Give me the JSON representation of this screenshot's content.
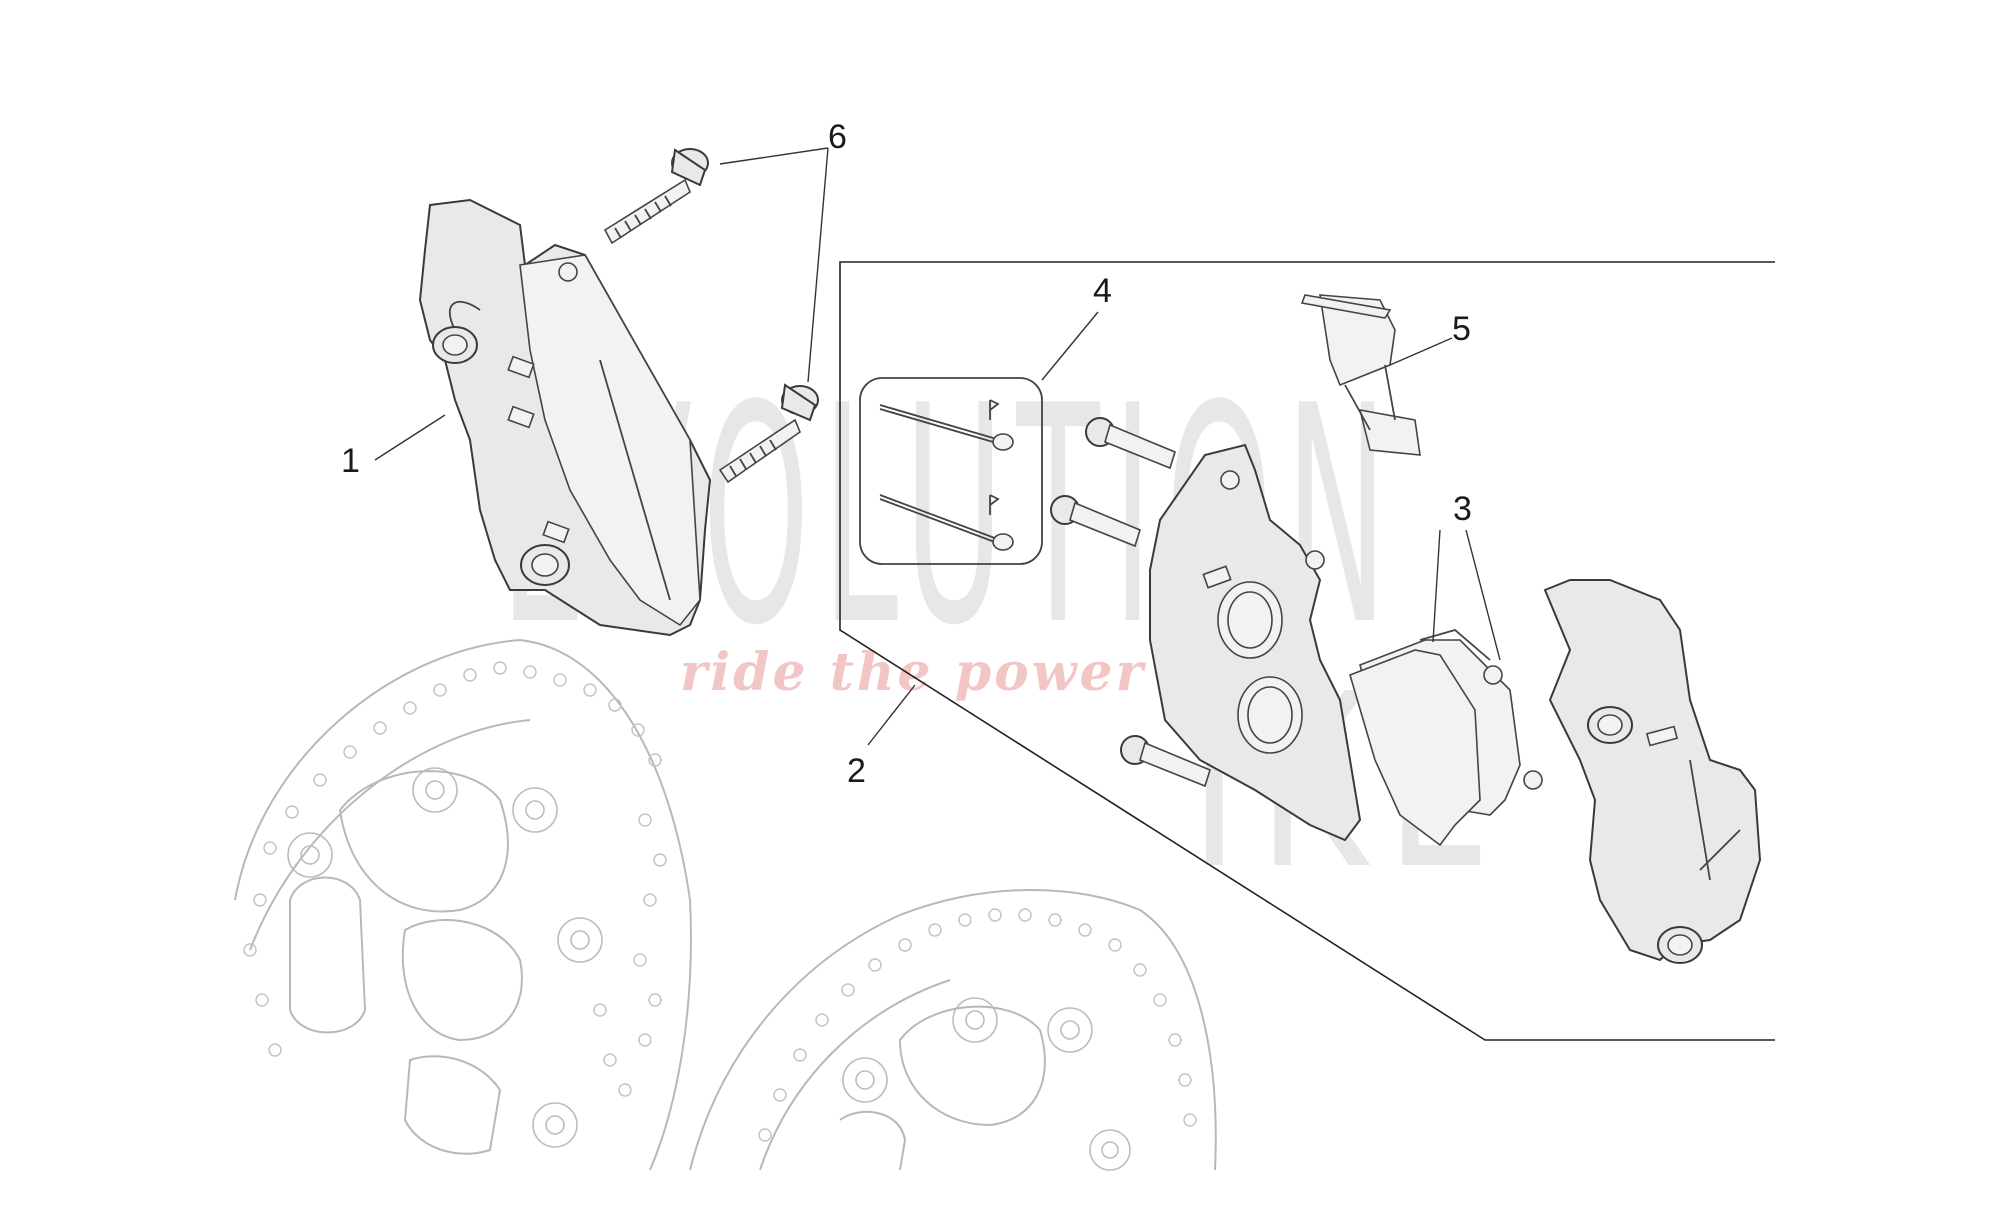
{
  "diagram": {
    "labels": [
      {
        "id": "1",
        "text": "1"
      },
      {
        "id": "2",
        "text": "2"
      },
      {
        "id": "3",
        "text": "3"
      },
      {
        "id": "4",
        "text": "4"
      },
      {
        "id": "5",
        "text": "5"
      },
      {
        "id": "6",
        "text": "6"
      }
    ]
  },
  "watermark": {
    "letters": "EVOLUTION",
    "sub_letters": "IKE",
    "tagline": "ride the power"
  }
}
